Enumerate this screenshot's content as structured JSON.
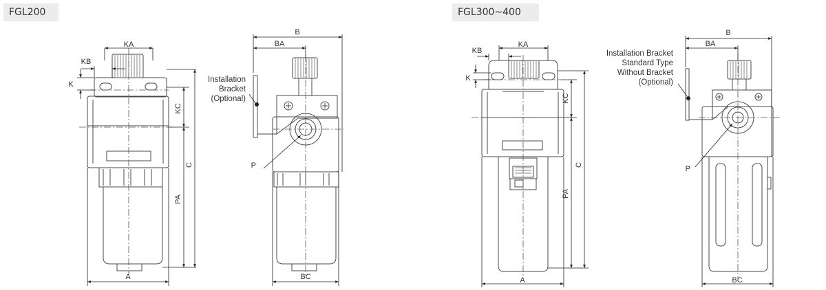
{
  "models": [
    {
      "name": "FGL200"
    },
    {
      "name": "FGL300~400"
    }
  ],
  "dimensions": {
    "A": "A",
    "B": "B",
    "BA": "BA",
    "BC": "BC",
    "C": "C",
    "K": "K",
    "KA": "KA",
    "KB": "KB",
    "KC": "KC",
    "P": "P",
    "PA": "PA"
  },
  "notes": {
    "fgl200": [
      "Installation",
      "Bracket",
      "(Optional)"
    ],
    "fgl300": [
      "Installation Bracket",
      "Standard Type",
      "Without Bracket",
      "(Optional)"
    ]
  }
}
